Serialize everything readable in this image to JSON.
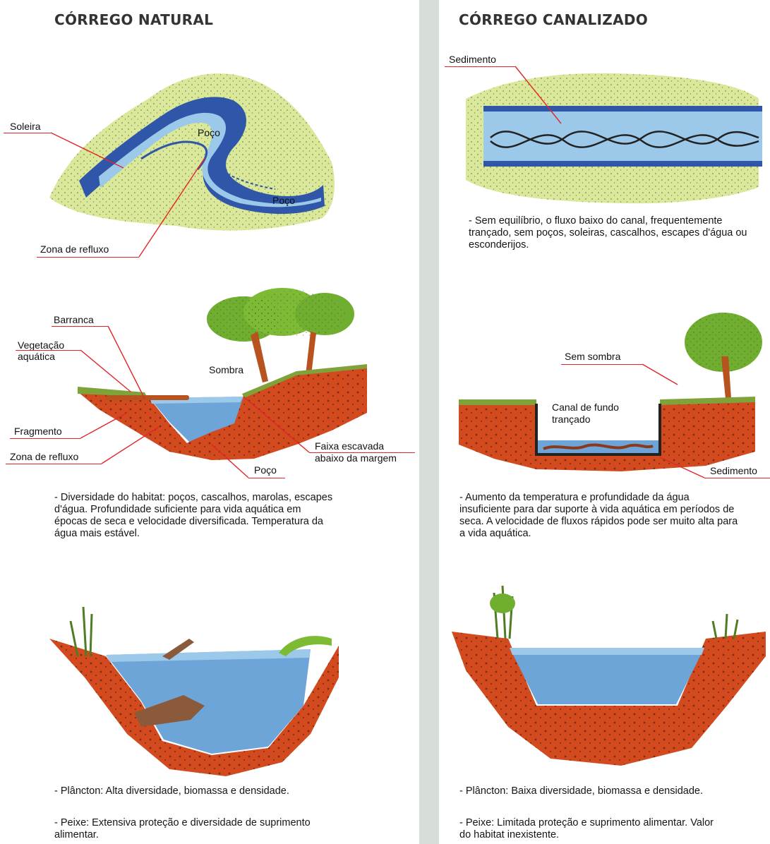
{
  "left": {
    "title": "CÓRREGO NATURAL",
    "top_labels": {
      "soleira": "Soleira",
      "poco1": "Poço",
      "poco2": "Poço",
      "zona_refluxo": "Zona de refluxo"
    },
    "section_labels": {
      "barranca": "Barranca",
      "vegetacao_1": "Vegetação",
      "vegetacao_2": "aquática",
      "sombra": "Sombra",
      "fragmento": "Fragmento",
      "zona_refluxo": "Zona de refluxo",
      "faixa_1": "Faixa escavada",
      "faixa_2": "abaixo da margem",
      "poco": "Poço"
    },
    "habitat_text": "- Diversidade do habitat: poços, cascalhos, marolas, escapes d'água. Profundidade suficiente para vida aquática em épocas de seca e velocidade diversificada. Temperatura da água mais estável.",
    "plancton_text": "- Plâncton: Alta diversidade, biomassa e densidade.",
    "peixe_text": "- Peixe: Extensiva proteção e diversidade de suprimento alimentar."
  },
  "right": {
    "title": "CÓRREGO CANALIZADO",
    "top_labels": {
      "sedimento": "Sedimento"
    },
    "top_text": "- Sem equilíbrio, o fluxo baixo do canal, frequentemente trançado, sem poços, soleiras, cascalhos, escapes d'água ou esconderijos.",
    "section_labels": {
      "sem_sombra": "Sem sombra",
      "canal_1": "Canal de fundo",
      "canal_2": "trançado",
      "sedimento": "Sedimento"
    },
    "habitat_text": "- Aumento da temperatura e profundidade da água insuficiente para dar suporte à vida aquática em períodos de seca. A velocidade de fluxos rápidos pode ser muito alta para a vida aquática.",
    "plancton_text": "- Plâncton: Baixa diversidade, biomassa e densidade.",
    "peixe_text": "- Peixe: Limitada proteção e suprimento alimentar. Valor do habitat inexistente."
  },
  "colors": {
    "water_light": "#9cc9ea",
    "water_dark": "#2f56a8",
    "grass": "#cfe08a",
    "grass_dark": "#7fa33a",
    "soil": "#d24a1e",
    "tree": "#6fae2e",
    "trunk": "#b8531f",
    "divider": "#d7ddd9",
    "label_line": "#e2262b"
  }
}
